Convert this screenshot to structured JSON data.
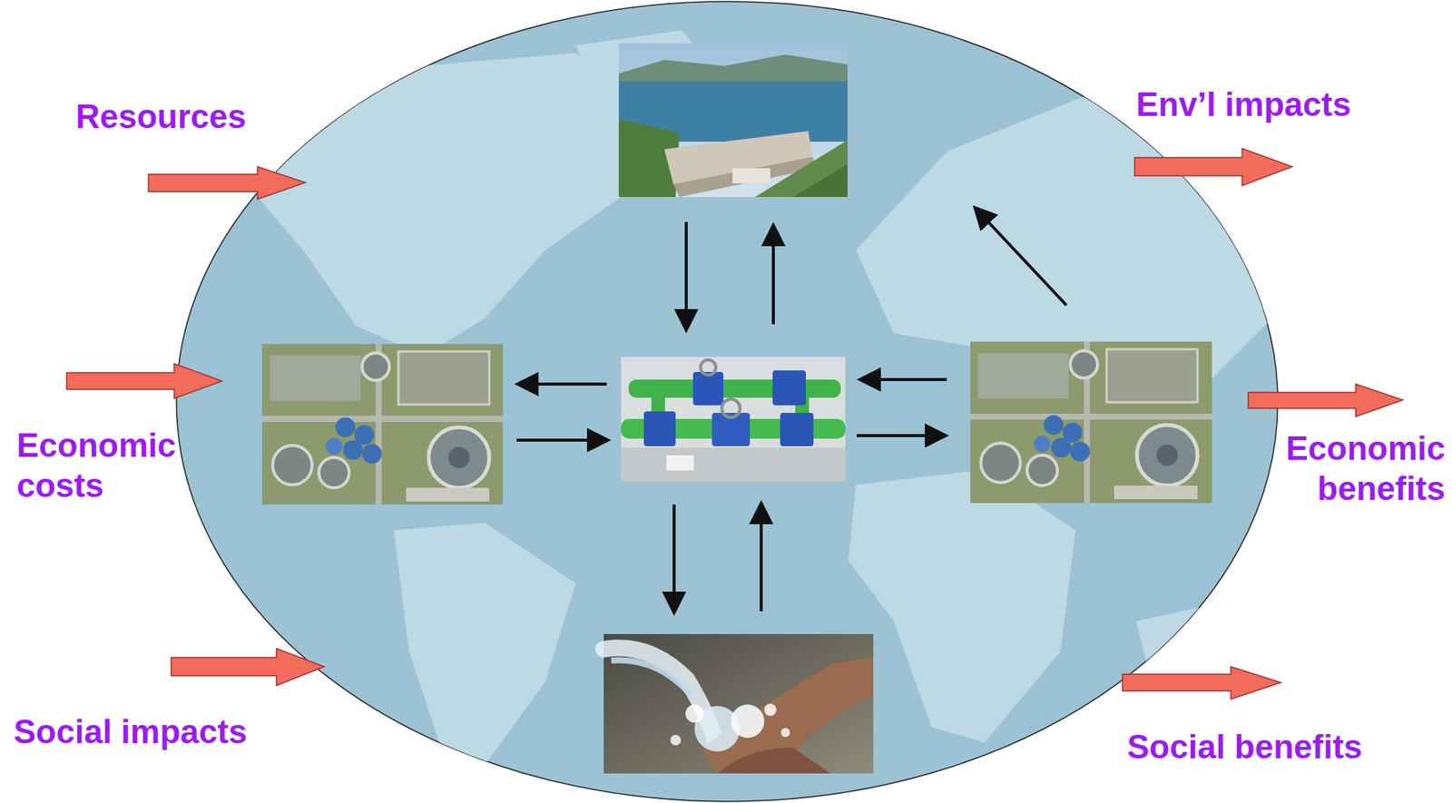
{
  "diagram": {
    "labels": [
      "Resources",
      "Economic costs",
      "Social impacts",
      "Env’l impacts",
      "Economic benefits",
      "Social benefits"
    ]
  }
}
